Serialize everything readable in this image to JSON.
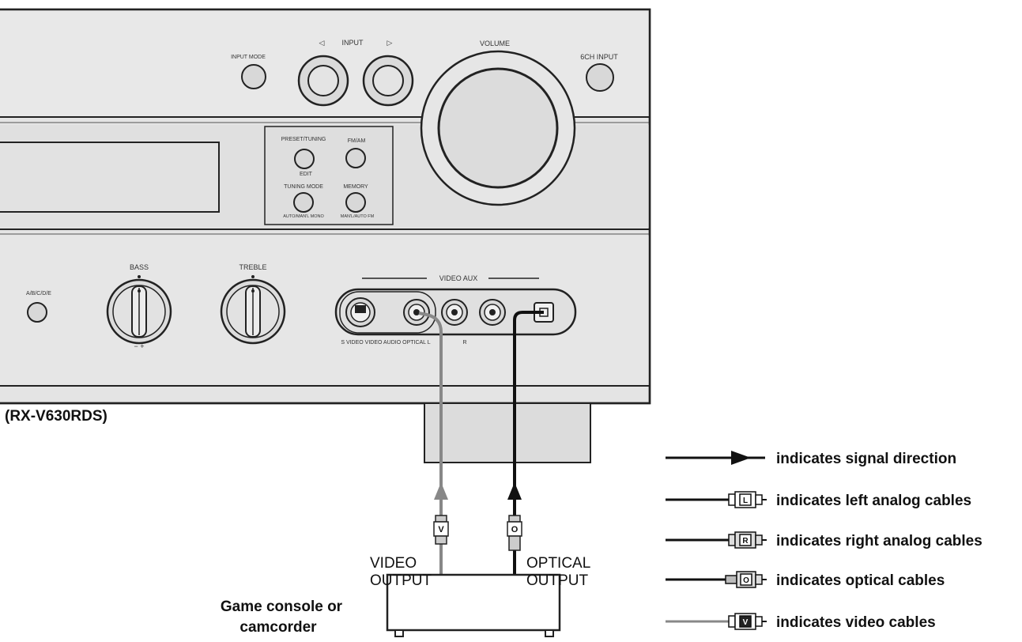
{
  "receiver": {
    "model": "(RX-V630RDS)",
    "input_mode_label": "INPUT MODE",
    "input_label": "INPUT",
    "input_left_arrow": "◁",
    "input_right_arrow": "▷",
    "volume_label": "VOLUME",
    "sixch_input_label": "6CH INPUT",
    "preset_tuning_label": "PRESET/TUNING",
    "preset_edit_label": "EDIT",
    "fm_am_label": "FM/AM",
    "tuning_mode_label": "TUNING MODE",
    "tuning_mode_sub": "AUTO/MAN'L MONO",
    "memory_label": "MEMORY",
    "memory_sub": "MAN'L/AUTO FM",
    "abcde_label": "A/B/C/D/E",
    "bass_label": "BASS",
    "treble_label": "TREBLE",
    "video_aux_label": "VIDEO AUX",
    "jack_labels": "S VIDEO VIDEO AUDIO OPTICAL L",
    "jack_r_label": "R"
  },
  "device": {
    "name_line1": "Game console or",
    "name_line2": "camcorder",
    "video_output_line1": "VIDEO",
    "video_output_line2": "OUTPUT",
    "optical_output_line1": "OPTICAL",
    "optical_output_line2": "OUTPUT",
    "video_plug_letter": "V",
    "optical_plug_letter": "O"
  },
  "legend": {
    "items": [
      {
        "text": "indicates signal direction",
        "plug": ""
      },
      {
        "text": "indicates left analog cables",
        "plug": "L"
      },
      {
        "text": "indicates right analog cables",
        "plug": "R"
      },
      {
        "text": "indicates optical cables",
        "plug": "O"
      },
      {
        "text": "indicates video cables",
        "plug": "V"
      }
    ]
  },
  "colors": {
    "black_cable": "#111111",
    "gray_cable": "#888888",
    "panel": "#e3e3e3",
    "outline": "#222222"
  }
}
